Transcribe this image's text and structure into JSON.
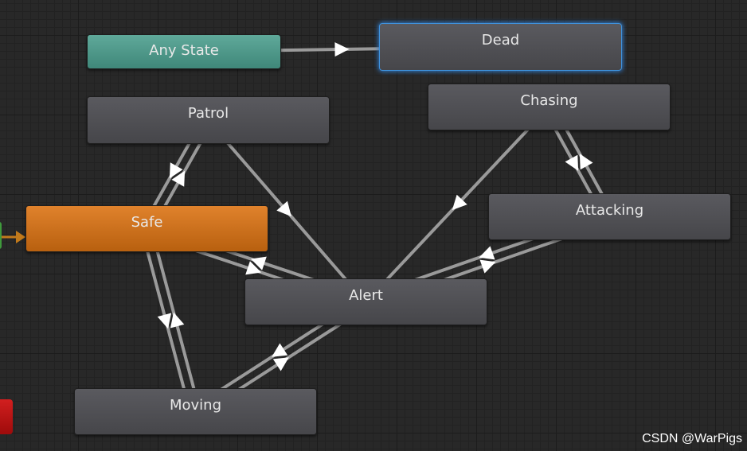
{
  "states": [
    {
      "id": "any_state",
      "label": "Any State",
      "kind": "any"
    },
    {
      "id": "dead",
      "label": "Dead",
      "kind": "normal",
      "selected": true
    },
    {
      "id": "patrol",
      "label": "Patrol",
      "kind": "normal"
    },
    {
      "id": "chasing",
      "label": "Chasing",
      "kind": "normal"
    },
    {
      "id": "safe",
      "label": "Safe",
      "kind": "entry-default"
    },
    {
      "id": "attacking",
      "label": "Attacking",
      "kind": "normal"
    },
    {
      "id": "alert",
      "label": "Alert",
      "kind": "normal"
    },
    {
      "id": "moving",
      "label": "Moving",
      "kind": "normal"
    }
  ],
  "transitions": [
    {
      "from": "any_state",
      "to": "dead"
    },
    {
      "from": "patrol",
      "to": "safe"
    },
    {
      "from": "safe",
      "to": "patrol"
    },
    {
      "from": "patrol",
      "to": "alert"
    },
    {
      "from": "alert",
      "to": "safe"
    },
    {
      "from": "safe",
      "to": "alert"
    },
    {
      "from": "safe",
      "to": "moving"
    },
    {
      "from": "moving",
      "to": "safe"
    },
    {
      "from": "alert",
      "to": "moving"
    },
    {
      "from": "moving",
      "to": "alert"
    },
    {
      "from": "chasing",
      "to": "alert"
    },
    {
      "from": "alert",
      "to": "attacking"
    },
    {
      "from": "attacking",
      "to": "alert"
    },
    {
      "from": "chasing",
      "to": "attacking"
    },
    {
      "from": "attacking",
      "to": "chasing"
    }
  ],
  "colors": {
    "background": "#282828",
    "state_node": "#505055",
    "any_state": "#4f9b8c",
    "entry_default": "#d1731e",
    "selected_outline": "#3f94e0",
    "exit_node": "#c41818",
    "entry_node": "#3f9a3c",
    "transition_line": "#9a9a9a",
    "arrowhead": "#ffffff"
  },
  "watermark": "CSDN @WarPigs"
}
